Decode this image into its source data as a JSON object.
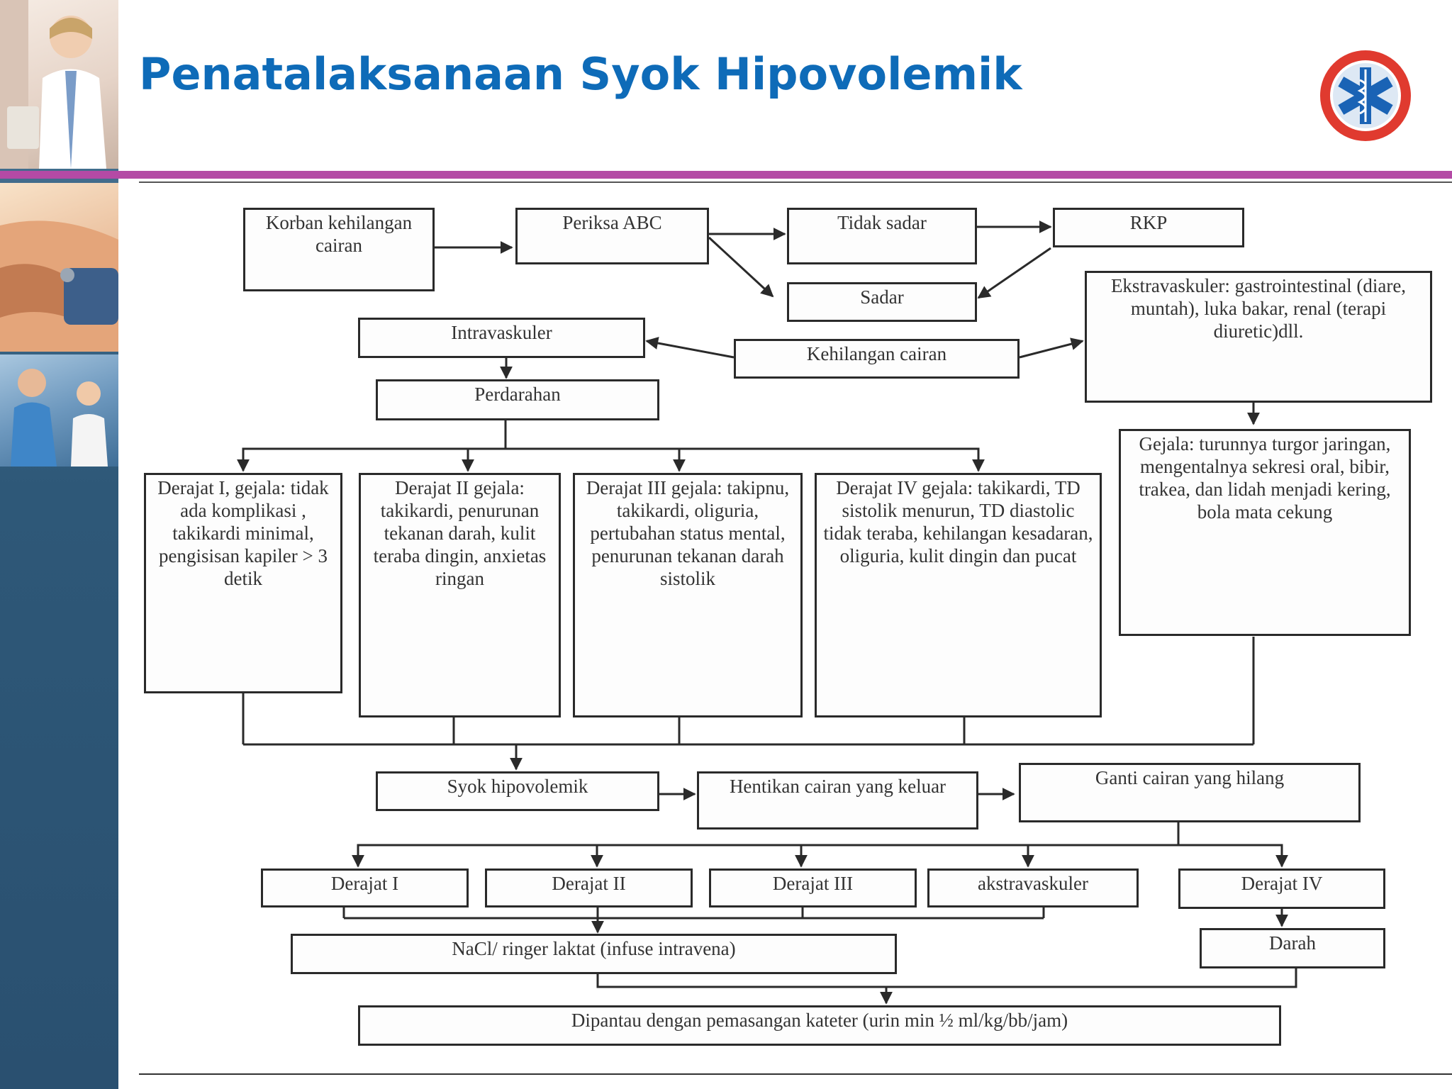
{
  "title": "Penatalaksanaan Syok Hipovolemik",
  "colors": {
    "title": "#0e6bb8",
    "accent_rule": "#b44aa5",
    "sidebar": "#2e5878",
    "logo_red": "#e03a2f",
    "logo_blue": "#1a63b5"
  },
  "icons": {
    "logo": "star-of-life-icon"
  },
  "flowchart": {
    "korban": "Korban kehilangan cairan",
    "periksa": "Periksa ABC",
    "tidak_sadar": "Tidak sadar",
    "rkp": "RKP",
    "sadar": "Sadar",
    "intravaskuler": "Intravaskuler",
    "kehilangan": "Kehilangan cairan",
    "ekstravaskuler": "Ekstravaskuler: gastrointestinal (diare, muntah), luka bakar, renal (terapi diuretic)dll.",
    "perdarahan": "Perdarahan",
    "gejala_ekstra": "Gejala: turunnya turgor jaringan, mengentalnya sekresi oral, bibir, trakea, dan lidah menjadi kering, bola mata cekung",
    "derajat1_gejala": "Derajat I, gejala: tidak ada komplikasi , takikardi minimal, pengisisan kapiler > 3 detik",
    "derajat2_gejala": "Derajat II gejala: takikardi, penurunan tekanan darah, kulit teraba dingin, anxietas ringan",
    "derajat3_gejala": "Derajat III gejala: takipnu, takikardi, oliguria, pertubahan status mental, penurunan tekanan darah sistolik",
    "derajat4_gejala": "Derajat IV gejala: takikardi, TD sistolik menurun, TD diastolic tidak teraba, kehilangan kesadaran, oliguria, kulit dingin dan pucat",
    "syok": "Syok hipovolemik",
    "hentikan": "Hentikan cairan yang keluar",
    "ganti": "Ganti cairan yang hilang",
    "derajat1": "Derajat I",
    "derajat2": "Derajat II",
    "derajat3": "Derajat III",
    "ekstravaskuler2": "akstravaskuler",
    "derajat4": "Derajat IV",
    "nacl": "NaCl/ ringer laktat (infuse intravena)",
    "darah": "Darah",
    "dipantau": "Dipantau dengan pemasangan kateter (urin min ½ ml/kg/bb/jam)"
  }
}
